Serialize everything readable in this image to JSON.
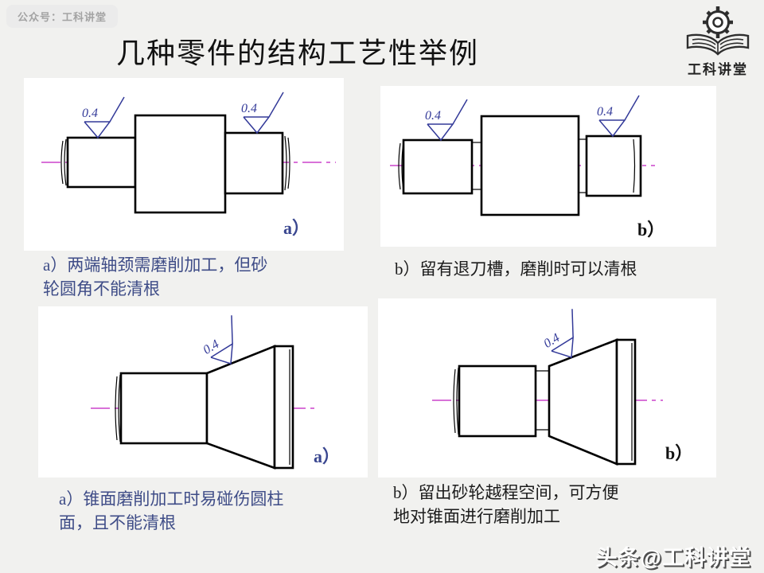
{
  "badge": {
    "label": "公众号：工科讲堂"
  },
  "title": "几种零件的结构工艺性举例",
  "logo": {
    "name": "工科讲堂",
    "icon": "gear-open-book-icon"
  },
  "watermark": "头条@工科讲堂",
  "colors": {
    "page_background": "#f1f1ef",
    "panel_background": "#ffffff",
    "centerline_magenta": "#cc44cc",
    "roughness_symbol_navy": "#333a99",
    "caption_blue": "#3e4c87",
    "caption_black": "#1c1c1c",
    "badge_background": "#ebebeb",
    "badge_text": "#a3a3a3"
  },
  "figures": {
    "shaft_plain": {
      "label": "a）",
      "roughness_left": "0.4",
      "roughness_right": "0.4",
      "caption": "a）两端轴颈需磨削加工，但砂轮圆角不能清根",
      "caption_lines": [
        "a）两端轴颈需磨削加工，但砂",
        "轮圆角不能清根"
      ]
    },
    "shaft_groove": {
      "label": "b）",
      "roughness_left": "0.4",
      "roughness_right": "0.4",
      "caption": "b）留有退刀槽，磨削时可以清根",
      "caption_lines": [
        "b）留有退刀槽，磨削时可以清根"
      ]
    },
    "cone_plain": {
      "label": "a）",
      "roughness": "0.4",
      "caption": "a）锥面磨削加工时易碰伤圆柱面，且不能清根",
      "caption_lines": [
        "a）锥面磨削加工时易碰伤圆柱",
        "面，且不能清根"
      ]
    },
    "cone_relief": {
      "label": "b）",
      "roughness": "0.4",
      "caption": "b）留出砂轮越程空间，可方便地对锥面进行磨削加工",
      "caption_lines": [
        "b）留出砂轮越程空间，可方便",
        "地对锥面进行磨削加工"
      ]
    }
  }
}
